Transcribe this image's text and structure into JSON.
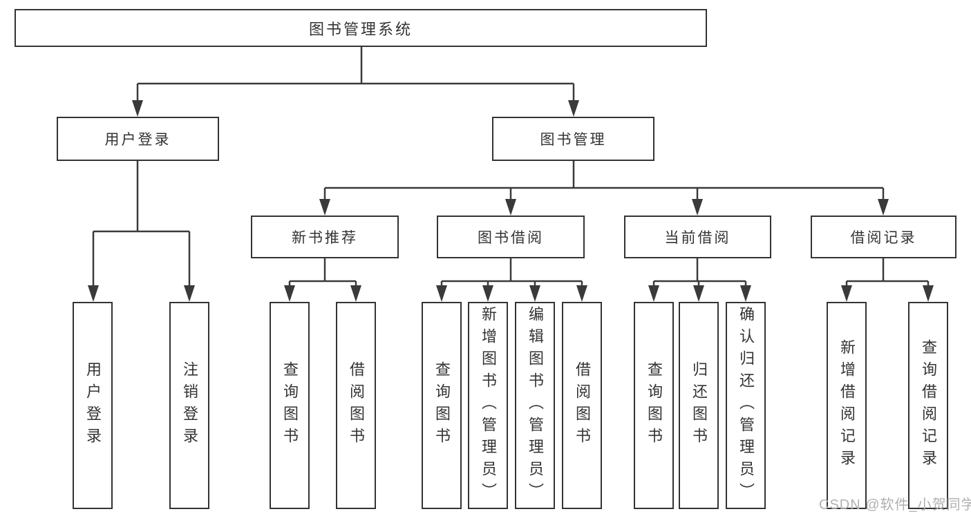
{
  "diagram": {
    "title": "图书管理系统",
    "root": {
      "label": "图书管理系统"
    },
    "branches": [
      {
        "label": "用户登录",
        "children": [
          {
            "label": "用户登录"
          },
          {
            "label": "注销登录"
          }
        ]
      },
      {
        "label": "图书管理",
        "modules": [
          {
            "label": "新书推荐",
            "children": [
              {
                "label": "查询图书"
              },
              {
                "label": "借阅图书"
              }
            ]
          },
          {
            "label": "图书借阅",
            "children": [
              {
                "label": "查询图书"
              },
              {
                "label": "新增图书（管理员）"
              },
              {
                "label": "编辑图书（管理员）"
              },
              {
                "label": "借阅图书"
              }
            ]
          },
          {
            "label": "当前借阅",
            "children": [
              {
                "label": "查询图书"
              },
              {
                "label": "归还图书"
              },
              {
                "label": "确认归还（管理员）"
              }
            ]
          },
          {
            "label": "借阅记录",
            "children": [
              {
                "label": "新增借阅记录"
              },
              {
                "label": "查询借阅记录"
              }
            ]
          }
        ]
      }
    ]
  },
  "watermark": {
    "text": "CSDN @软件_小贺同学",
    "color": "#b0b0b0"
  },
  "colors": {
    "line": "#3a3a3a",
    "box_border": "#333333",
    "box_fill": "#ffffff",
    "text": "#333333"
  }
}
